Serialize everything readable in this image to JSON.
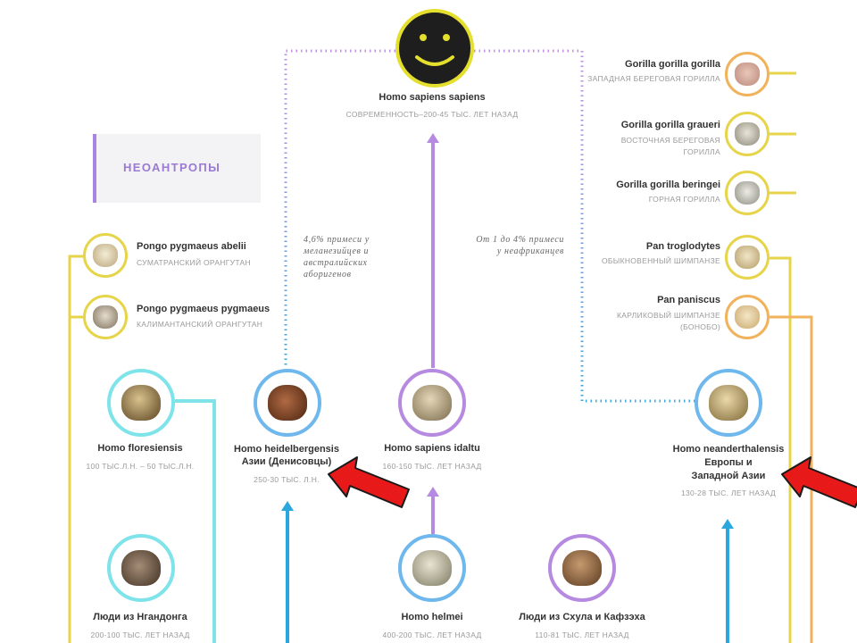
{
  "section": {
    "label": "НЕОАНТРОПЫ"
  },
  "root": {
    "name": "Homo sapiens sapiens",
    "period": "СОВРЕМЕННОСТЬ–200-45 ТЫС. ЛЕТ НАЗАД"
  },
  "notes": {
    "denisova": "4,6% примеси у\nмеланезийцев и\nавстралийских\nаборигенов",
    "neanderthal": "От 1 до 4% примеси\nу неафриканцев"
  },
  "apes_right": [
    {
      "name": "Gorilla gorilla gorilla",
      "desc": "ЗАПАДНАЯ БЕРЕГОВАЯ ГОРИЛЛА"
    },
    {
      "name": "Gorilla gorilla graueri",
      "desc": "ВОСТОЧНАЯ БЕРЕГОВАЯ\nГОРИЛЛА"
    },
    {
      "name": "Gorilla gorilla beringei",
      "desc": "ГОРНАЯ ГОРИЛЛА"
    },
    {
      "name": "Pan troglodytes",
      "desc": "ОБЫКНОВЕННЫЙ ШИМПАНЗЕ"
    },
    {
      "name": "Pan paniscus",
      "desc": "КАРЛИКОВЫЙ ШИМПАНЗЕ\n(БОНОБО)"
    }
  ],
  "apes_left": [
    {
      "name": "Pongo pygmaeus abelii",
      "desc": "СУМАТРАНСКИЙ ОРАНГУТАН"
    },
    {
      "name": "Pongo pygmaeus pygmaeus",
      "desc": "КАЛИМАНТАНСКИЙ ОРАНГУТАН"
    }
  ],
  "hominins": {
    "floresiensis": {
      "name": "Homo floresiensis",
      "period": "100 ТЫС.Л.Н. – 50 ТЫС.Л.Н."
    },
    "heidelbergensis": {
      "name": "Homo heidelbergensis\nАзии (Денисовцы)",
      "period": "250-30 ТЫС. Л.Н."
    },
    "idaltu": {
      "name": "Homo sapiens idaltu",
      "period": "160-150 ТЫС. ЛЕТ НАЗАД"
    },
    "neanderthalensis": {
      "name": "Homo neanderthalensis\nЕвропы и\nЗападной Азии",
      "period": "130-28 ТЫС. ЛЕТ НАЗАД"
    },
    "ngandong": {
      "name": "Люди из Нгандонга",
      "period": "200-100 ТЫС. ЛЕТ НАЗАД"
    },
    "helmei": {
      "name": "Homo helmei",
      "period": "400-200 ТЫС. ЛЕТ НАЗАД"
    },
    "skhul": {
      "name": "Люди из Схула и Кафзэха",
      "period": "110-81 ТЫС. ЛЕТ НАЗАД"
    }
  },
  "colors": {
    "purple": "#b58ae0",
    "blue": "#2aa8de",
    "cyan": "#7fe3ea",
    "yellow": "#e6d54a",
    "orange": "#f2b25c",
    "arrow": "#e81919"
  }
}
